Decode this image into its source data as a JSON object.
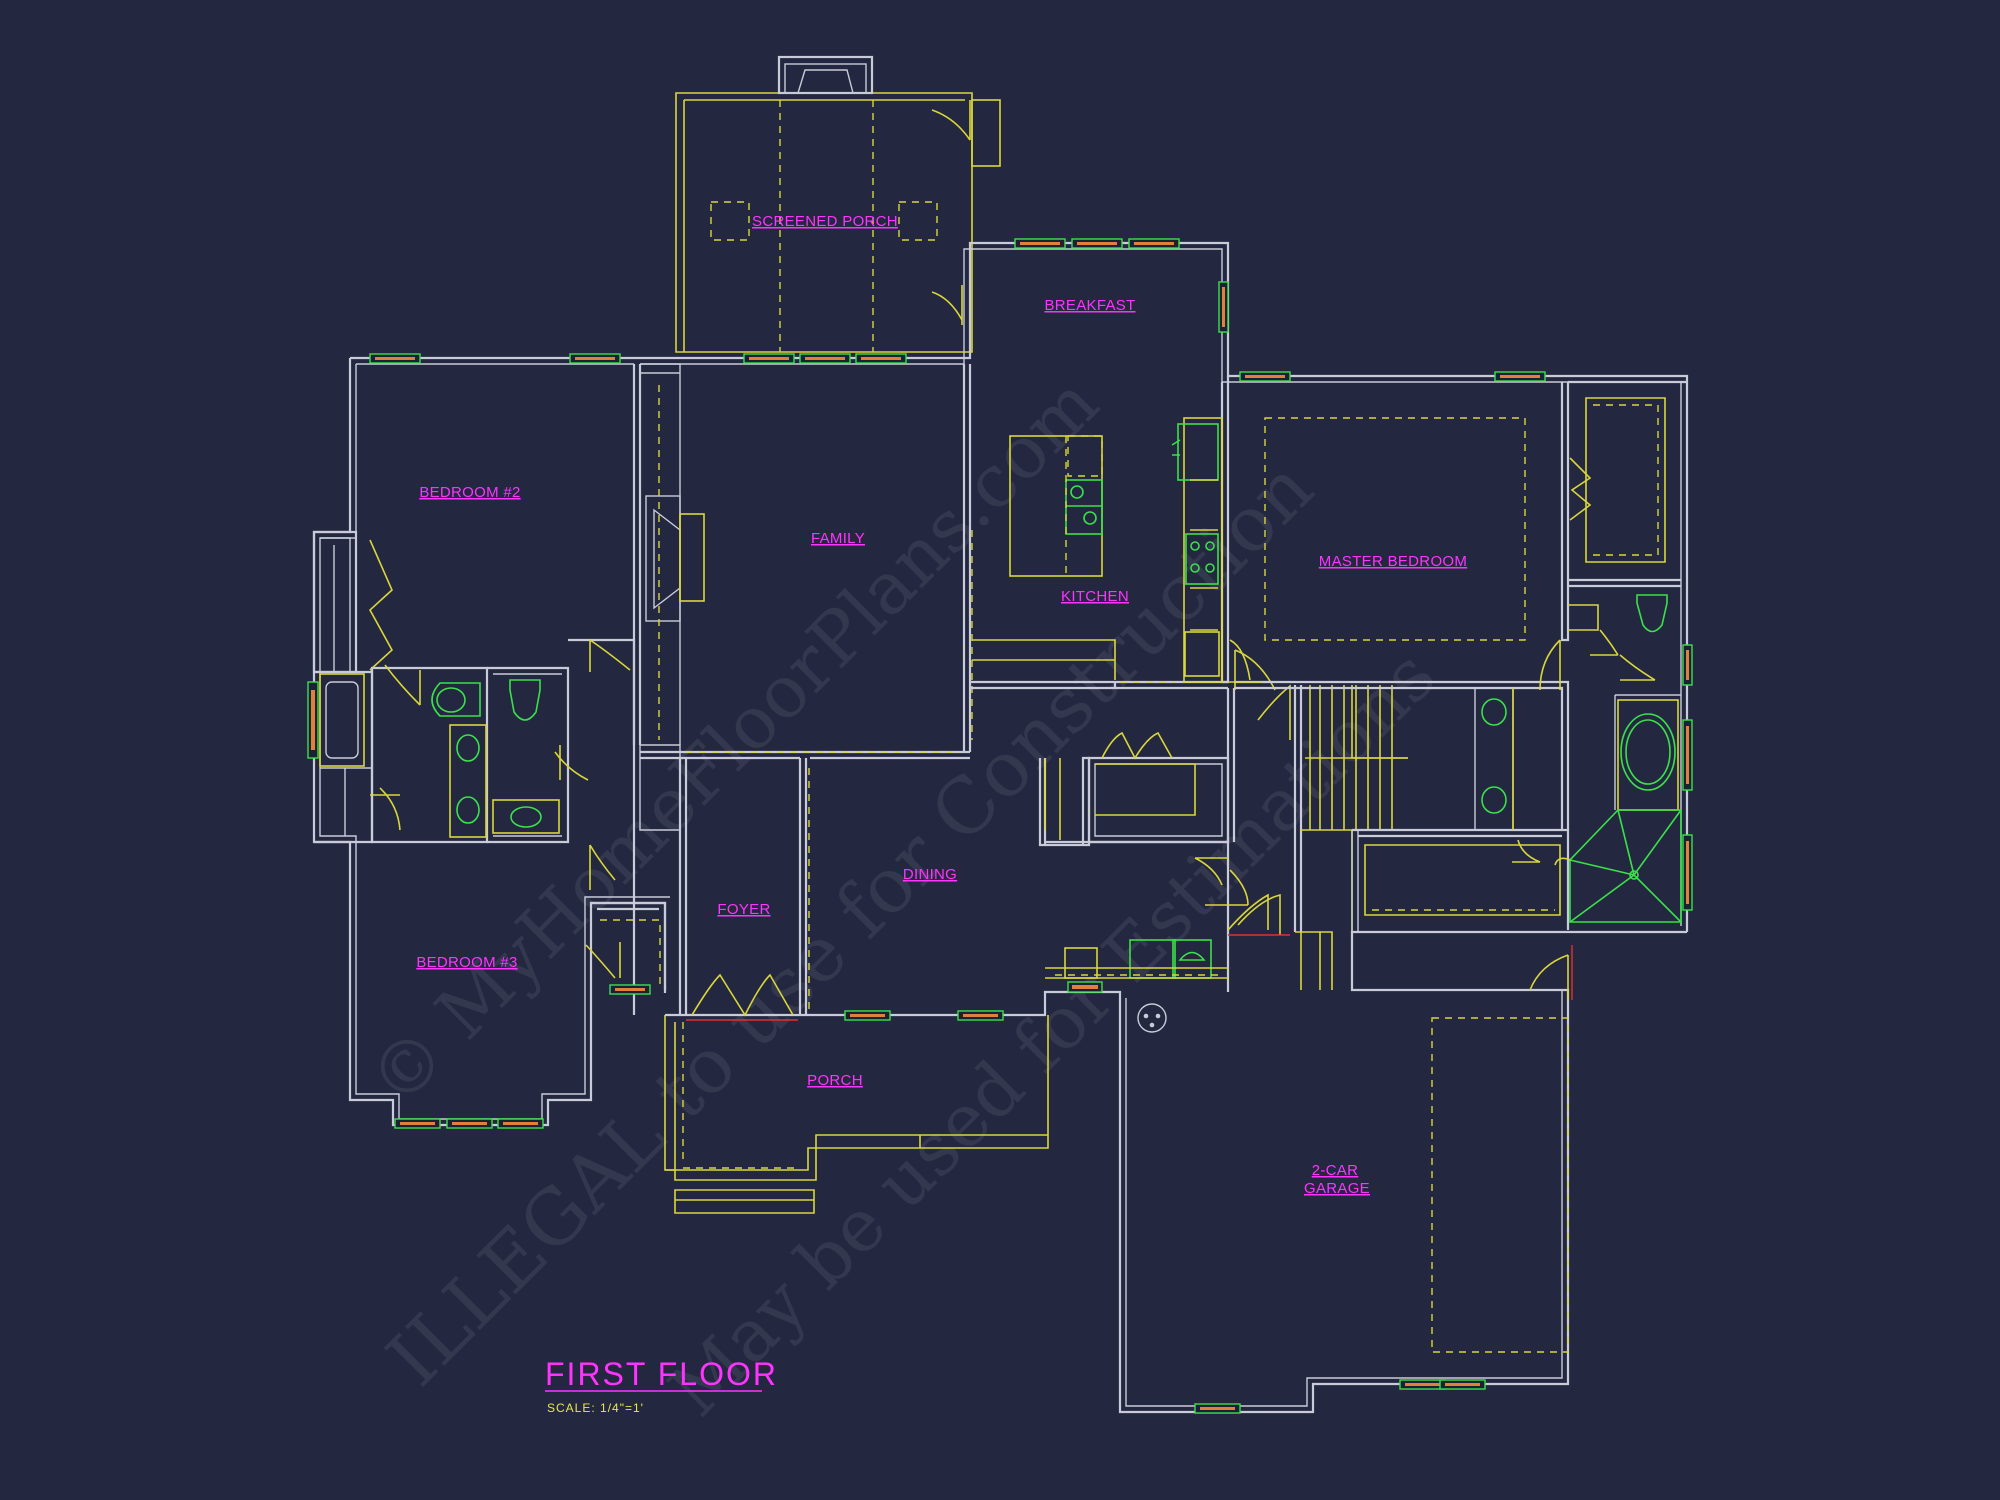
{
  "plan": {
    "title": "FIRST FLOOR",
    "scale": "SCALE: 1/4\"=1'",
    "rooms": {
      "screened_porch": "SCREENED PORCH",
      "breakfast": "BREAKFAST",
      "bedroom_2": "BEDROOM #2",
      "family": "FAMILY",
      "kitchen": "KITCHEN",
      "master_bedroom": "MASTER BEDROOM",
      "dining": "DINING",
      "foyer": "FOYER",
      "bedroom_3": "BEDROOM #3",
      "porch": "PORCH",
      "garage_line1": "2-CAR",
      "garage_line2": "GARAGE"
    },
    "watermark": {
      "line1": "© MyHomeFloorPlans.com",
      "line2": "ILLEGAL to use for Construction",
      "line3": "May be used for Estimations"
    },
    "colors": {
      "background": "#232840",
      "walls": "#c9cbd8",
      "labels": "#ff33ff",
      "fixtures_yellow": "#d9d63a",
      "fixtures_green": "#3be04a",
      "window_fill": "#e0803a"
    }
  }
}
